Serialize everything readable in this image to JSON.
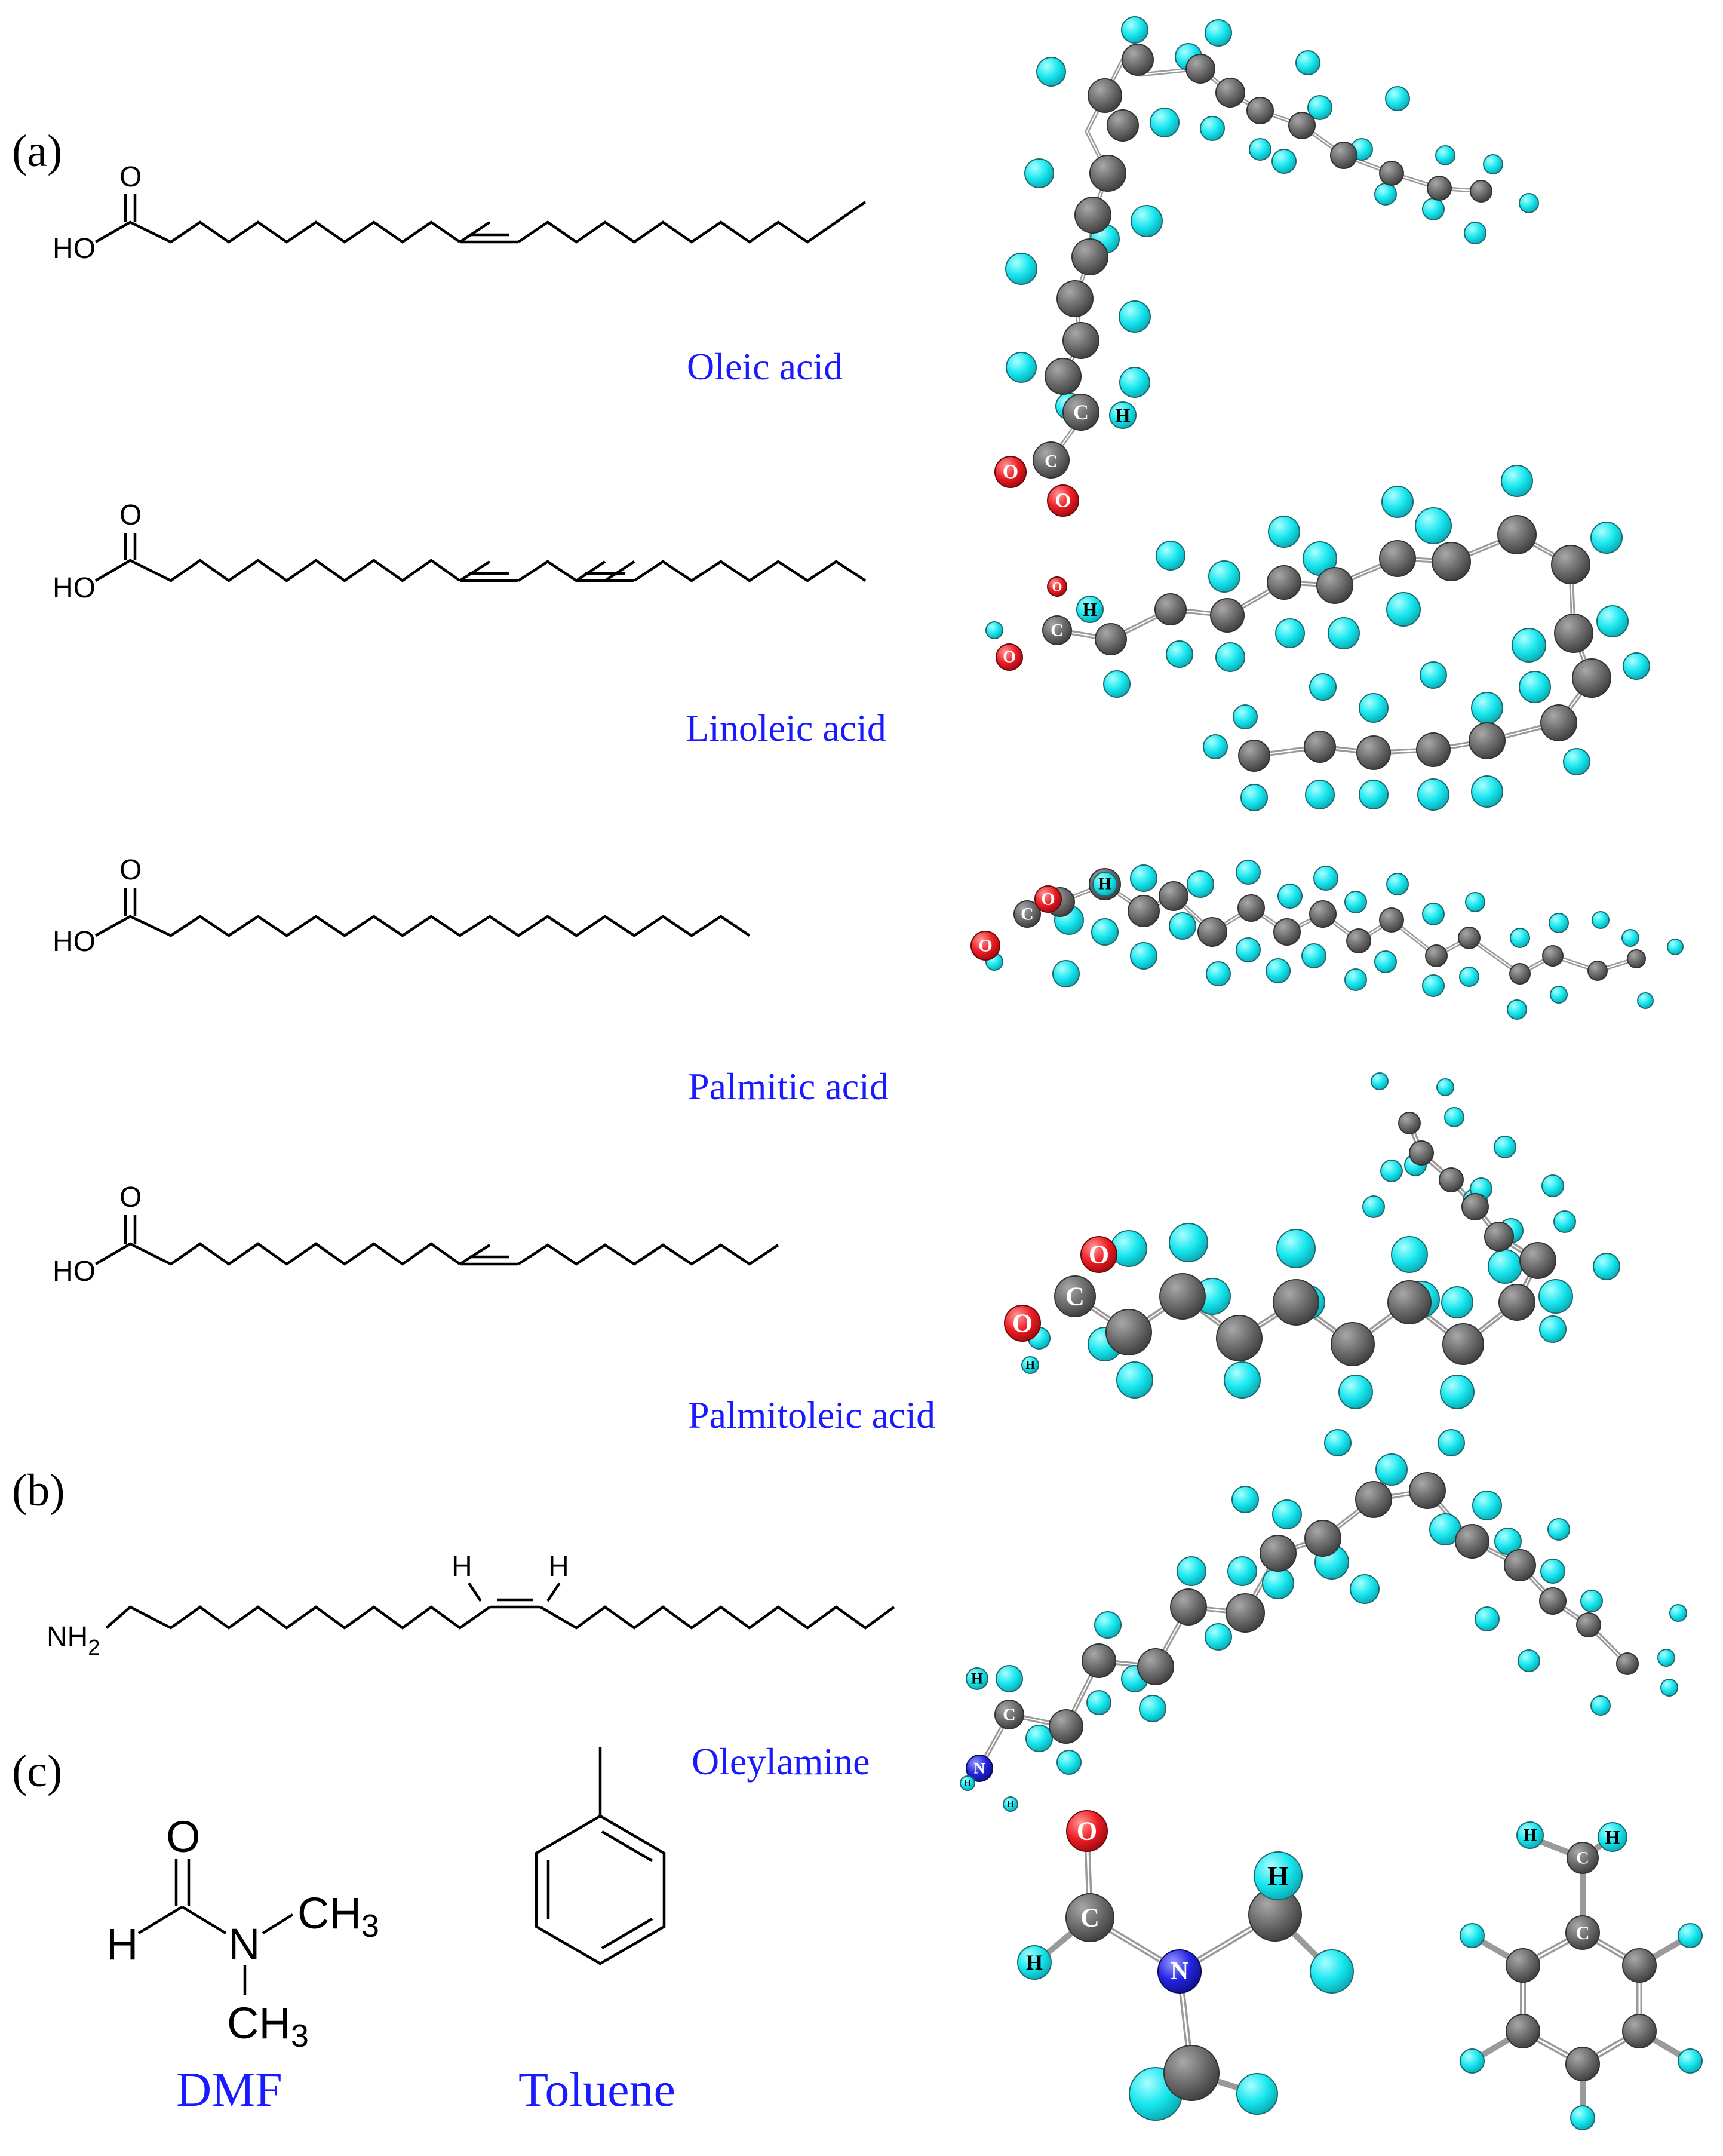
{
  "panels": {
    "a": "(a)",
    "b": "(b)",
    "c": "(c)"
  },
  "molecules": {
    "oleic": "Oleic acid",
    "linoleic": "Linoleic acid",
    "palmitic": "Palmitic acid",
    "palmitoleic": "Palmitoleic acid",
    "oleylamine": "Oleylamine",
    "dmf": "DMF",
    "toluene": "Toluene"
  },
  "atom_labels": {
    "oxygen": "O",
    "hydroxyl": "HO",
    "amine": "NH",
    "amine_sub": "2",
    "hydrogen": "H",
    "nitrogen": "N",
    "carbon": "C",
    "methyl": "CH",
    "methyl_sub": "3"
  },
  "colors": {
    "carbon": "#6b6b6b",
    "hydrogen": "#17e6ee",
    "oxygen": "#ee1c24",
    "nitrogen": "#2424e0",
    "label_blue": "#1a1aff",
    "bond": "#9a9a9a"
  }
}
